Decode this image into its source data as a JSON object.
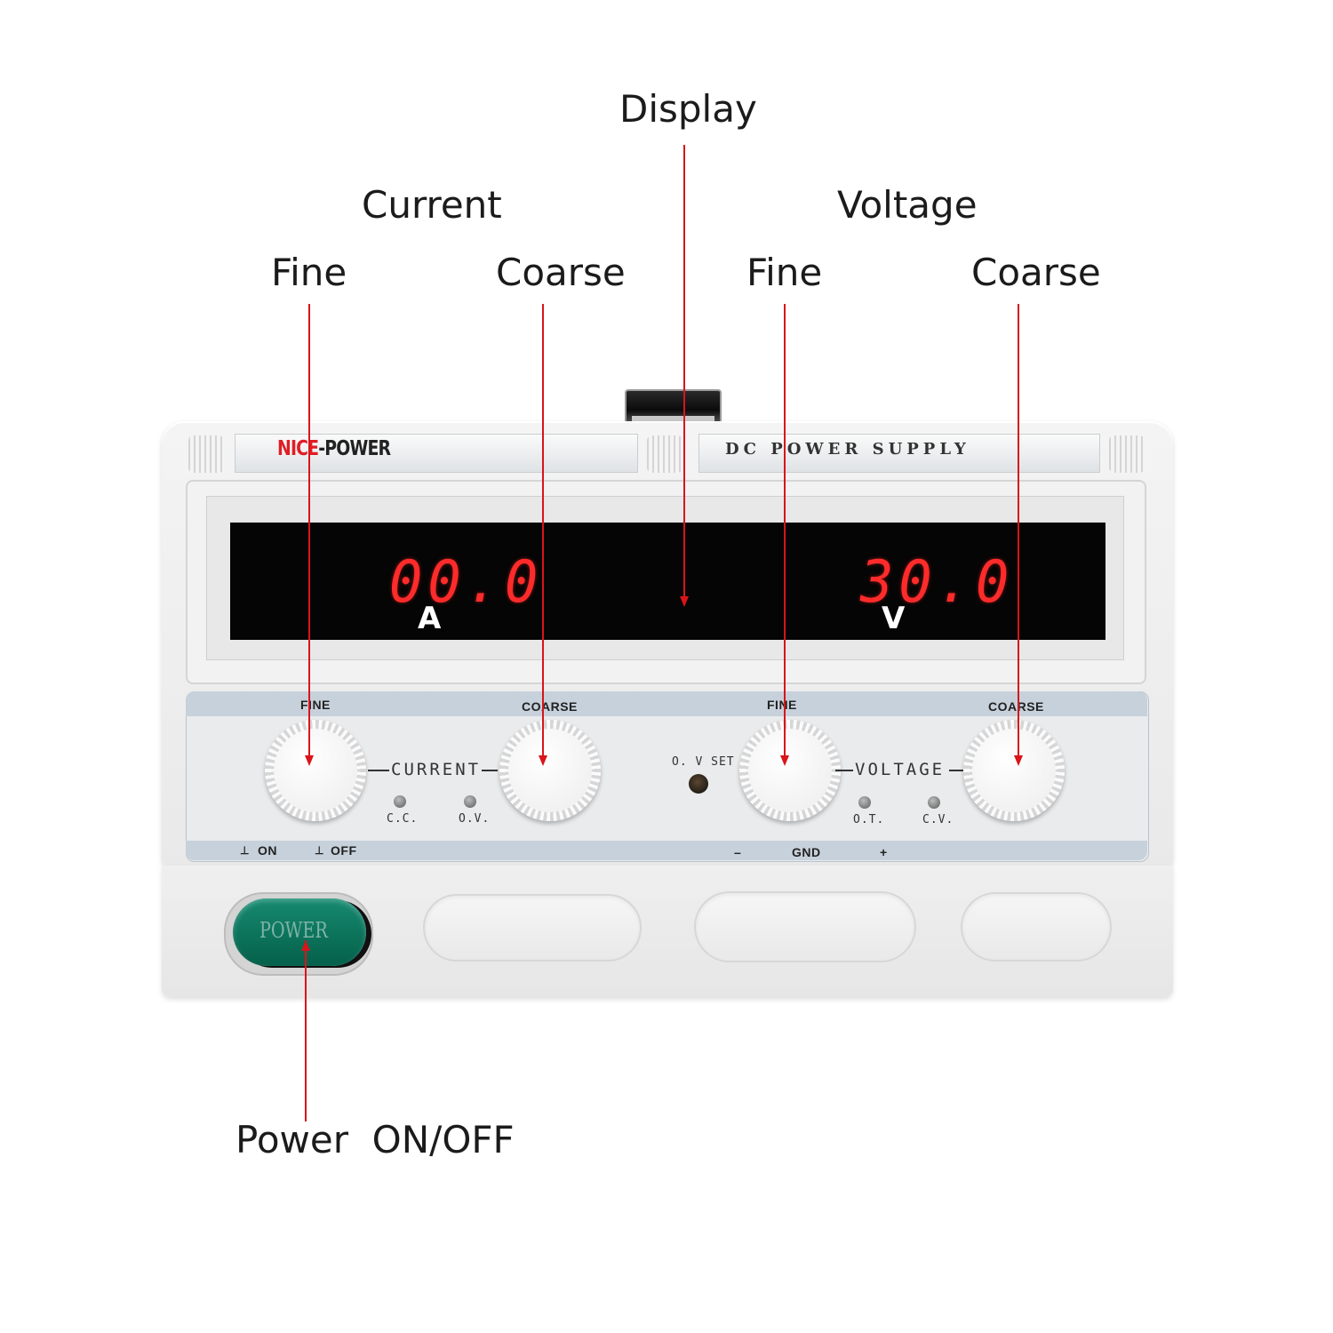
{
  "callouts": {
    "display": "Display",
    "current_group": "Current",
    "voltage_group": "Voltage",
    "current_fine": "Fine",
    "current_coarse": "Coarse",
    "voltage_fine": "Fine",
    "voltage_coarse": "Coarse",
    "power": "Power  ON/OFF"
  },
  "device": {
    "brand_red": "NICE",
    "brand_rest": "-POWER",
    "model": "DC POWER SUPPLY",
    "display": {
      "current_value": "00.0",
      "current_unit": "A",
      "voltage_value": "30.0",
      "voltage_unit": "V"
    },
    "panel": {
      "current_fine_label": "FINE",
      "current_coarse_label": "COARSE",
      "voltage_fine_label": "FINE",
      "voltage_coarse_label": "COARSE",
      "current_group_label": "CURRENT",
      "voltage_group_label": "VOLTAGE",
      "ov_set_label": "O. V SET",
      "cc_label": "C.C.",
      "ov_label": "O.V.",
      "ot_label": "O.T.",
      "cv_label": "C.V.",
      "on_label": "ON",
      "off_label": "OFF",
      "minus_label": "–",
      "gnd_label": "GND",
      "plus_label": "+"
    },
    "power_button_text": "POWER"
  },
  "colors": {
    "leader": "#d9141b",
    "led_digits": "#ff2b2b",
    "power_button": "#0d7a60"
  }
}
